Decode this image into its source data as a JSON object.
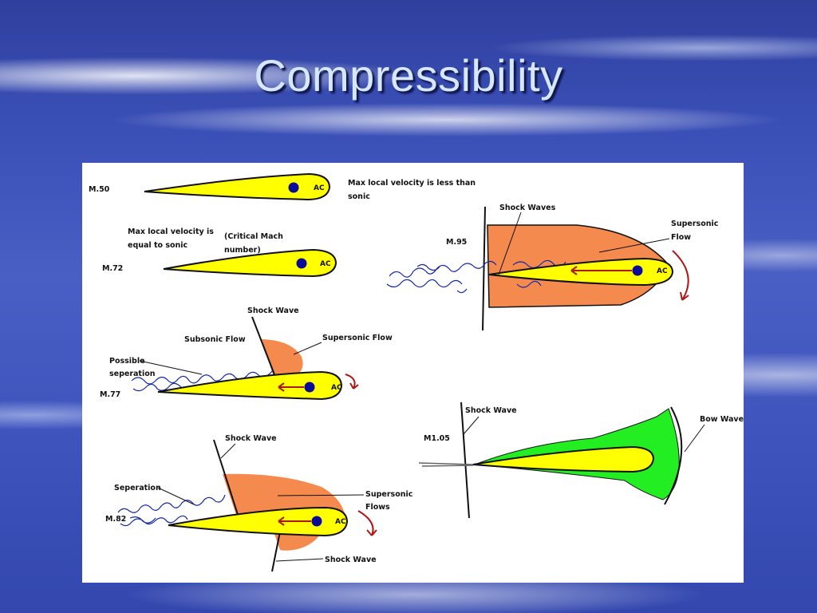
{
  "title": "Compressibility",
  "diagram": {
    "m50": {
      "mach": "M.50",
      "ac": "AC",
      "note_line1": "Max local velocity is less than",
      "note_line2": "sonic"
    },
    "m72": {
      "mach": "M.72",
      "ac": "AC",
      "note_line1": "Max local velocity is",
      "note_line2": "equal to sonic",
      "critical_line1": "(Critical Mach",
      "critical_line2": "number)"
    },
    "m77": {
      "mach": "M.77",
      "ac": "AC",
      "shock_wave": "Shock Wave",
      "subsonic_flow": "Subsonic Flow",
      "supersonic_flow": "Supersonic Flow",
      "possible_line1": "Possible",
      "possible_line2": "seperation"
    },
    "m82": {
      "mach": "M.82",
      "ac": "AC",
      "shock_wave_top": "Shock Wave",
      "shock_wave_bottom": "Shock Wave",
      "separation": "Seperation",
      "supersonic_line1": "Supersonic",
      "supersonic_line2": "Flows"
    },
    "m95": {
      "mach": "M.95",
      "ac": "AC",
      "shock_waves": "Shock Waves",
      "supersonic_line1": "Supersonic",
      "supersonic_line2": "Flow"
    },
    "m105": {
      "mach": "M1.05",
      "shock_wave": "Shock Wave",
      "bow_wave": "Bow Wave"
    }
  },
  "colors": {
    "airfoil_fill": "#ffff00",
    "supersonic_region": "#f58a4e",
    "bow_region": "#22ee22",
    "aerodynamic_center": "#0b0b9a",
    "force_arrow": "#b01818",
    "turbulence": "#1428a8",
    "outline": "#111111"
  }
}
